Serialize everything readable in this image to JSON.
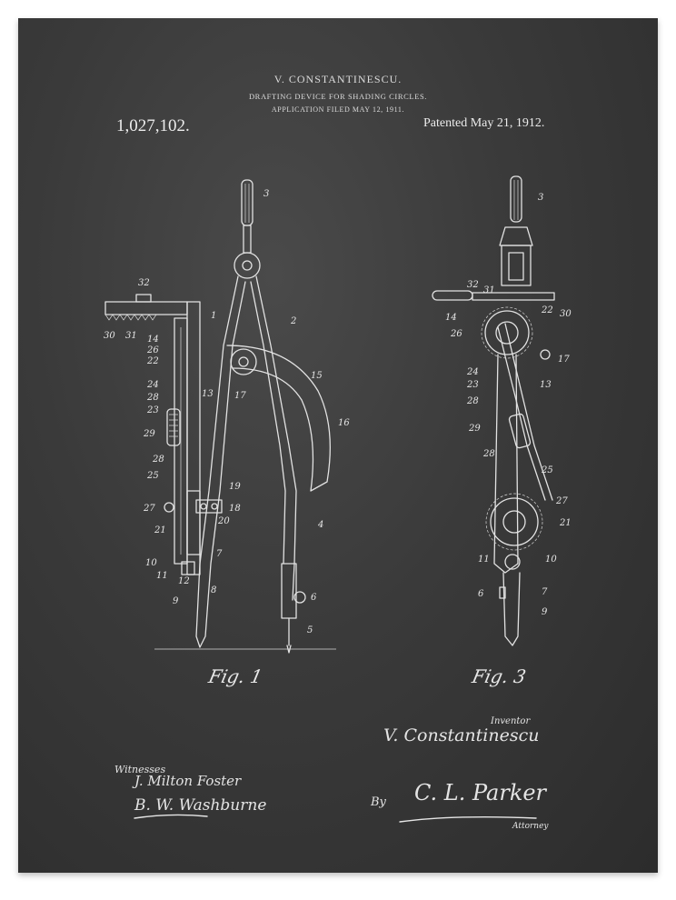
{
  "header": {
    "inventor": "V. CONSTANTINESCU.",
    "title": "DRAFTING DEVICE FOR SHADING CIRCLES.",
    "application": "APPLICATION FILED MAY 12, 1911.",
    "patent_number": "1,027,102.",
    "patented": "Patented May 21, 1912."
  },
  "figures": {
    "fig1_caption": "Fig. 1",
    "fig3_caption": "Fig. 3",
    "fig1_labels": [
      "3",
      "32",
      "1",
      "2",
      "30",
      "31",
      "14",
      "26",
      "22",
      "15",
      "24",
      "28",
      "13",
      "17",
      "16",
      "23",
      "29",
      "28",
      "25",
      "19",
      "18",
      "20",
      "27",
      "21",
      "4",
      "10",
      "11",
      "12",
      "7",
      "8",
      "9",
      "6",
      "5"
    ],
    "fig3_labels": [
      "3",
      "32",
      "31",
      "30",
      "14",
      "22",
      "26",
      "17",
      "24",
      "23",
      "13",
      "28",
      "29",
      "28",
      "25",
      "27",
      "21",
      "11",
      "10",
      "6",
      "7",
      "9"
    ]
  },
  "footer": {
    "witnesses_heading": "Witnesses",
    "witness_1": "J. Milton Foster",
    "witness_2": "B. W. Washburne",
    "inventor_heading": "Inventor",
    "inventor_signature": "V. Constantinescu",
    "by": "By",
    "attorney_signature": "C. L. Parker",
    "attorney_heading": "Attorney"
  }
}
